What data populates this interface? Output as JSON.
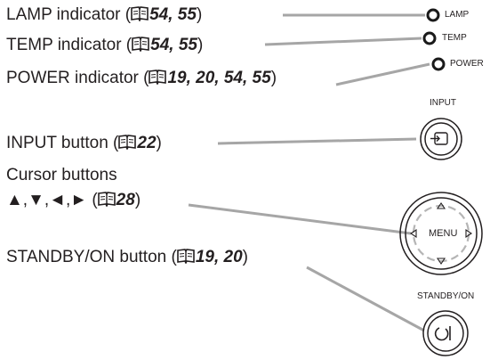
{
  "callouts": {
    "lamp": {
      "label": "LAMP indicator (",
      "refs": "54, 55",
      "close": ")"
    },
    "temp": {
      "label": "TEMP indicator (",
      "refs": "54, 55",
      "close": ")"
    },
    "power": {
      "label": "POWER indicator (",
      "refs": "19, 20, 54, 55",
      "close": ")"
    },
    "input": {
      "label": "INPUT button (",
      "refs": "22",
      "close": ")"
    },
    "cursor": {
      "line1": "Cursor buttons",
      "arrows": "▲,▼,◄,► (",
      "refs": "28",
      "close": ")"
    },
    "standby": {
      "label": "STANDBY/ON button (",
      "refs": "19, 20",
      "close": ")"
    }
  },
  "panel": {
    "lamp_label": "LAMP",
    "temp_label": "TEMP",
    "power_label": "POWER",
    "input_label": "INPUT",
    "menu_label": "MENU",
    "standby_label": "STANDBY/ON"
  },
  "icons": {
    "reference": "book-reference-icon",
    "input": "input-source-icon",
    "power": "power-icon",
    "cursor": "cursor-arrows-icon"
  },
  "colors": {
    "text": "#231f20",
    "leader_line": "#a6a6a6",
    "indicator_ring": "#1a1a1a"
  }
}
